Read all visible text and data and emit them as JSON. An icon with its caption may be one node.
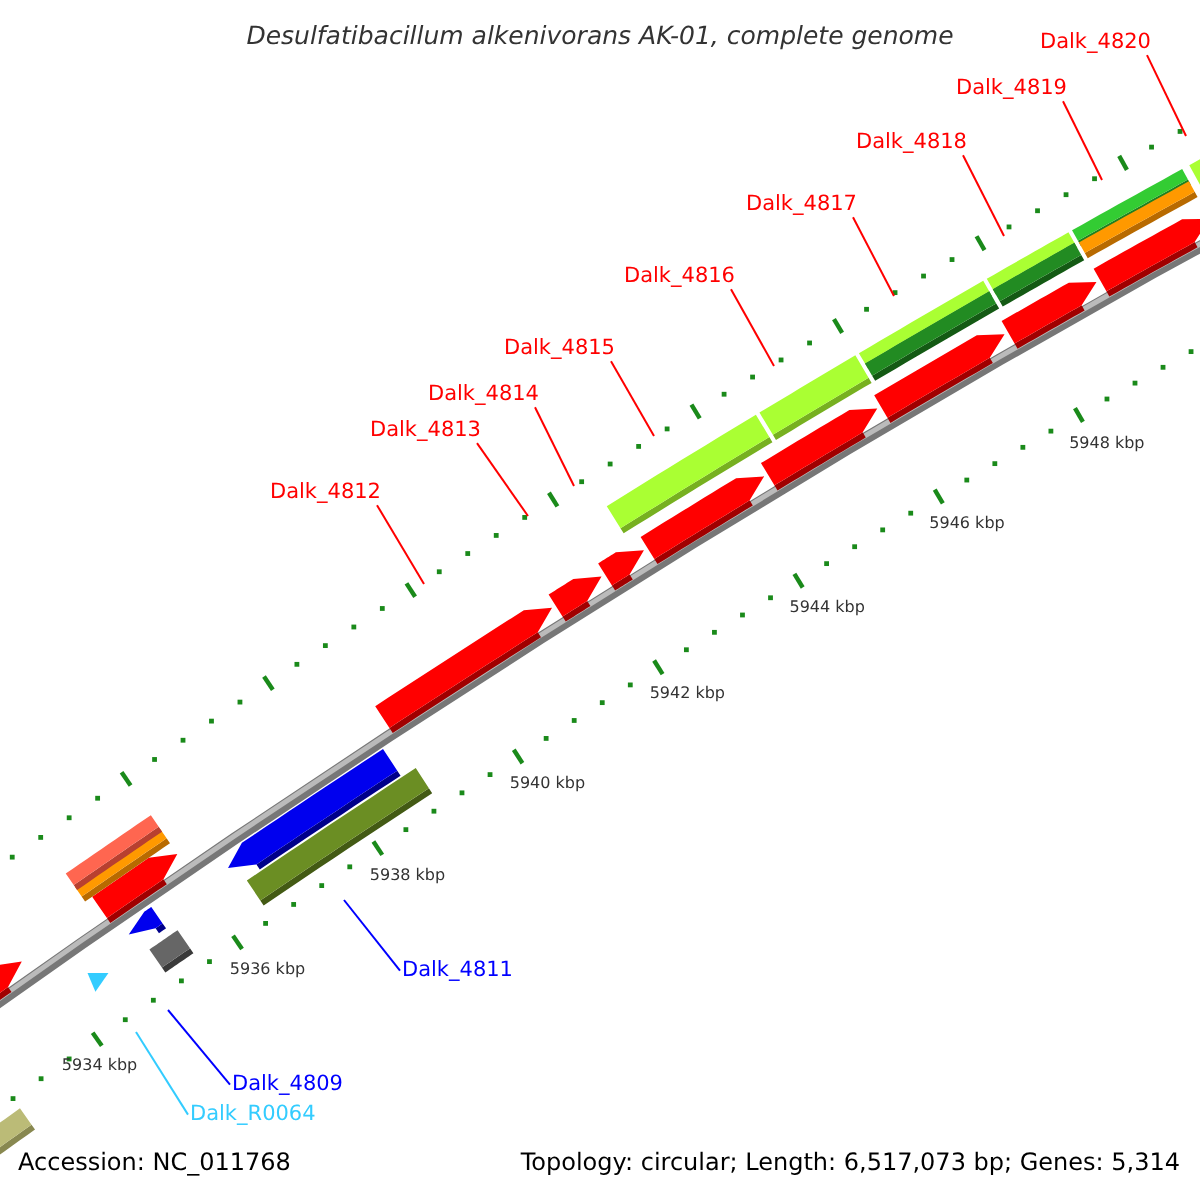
{
  "diagram": {
    "title": "Desulfatibacillum alkenivorans AK-01, complete genome",
    "nodes": [
      {
        "text": [
          "Dalk_4820"
        ]
      },
      {
        "text": [
          "Dalk_4819"
        ]
      },
      {
        "text": [
          "Dalk_4818"
        ]
      },
      {
        "text": [
          "Dalk_4817"
        ]
      },
      {
        "text": [
          "Dalk_4816"
        ]
      },
      {
        "text": [
          "Dalk_4815"
        ]
      },
      {
        "text": [
          "Dalk_4814"
        ]
      },
      {
        "text": [
          "Dalk_4813"
        ]
      },
      {
        "text": [
          "Dalk_4812"
        ]
      },
      {
        "text": [
          "Dalk_4811"
        ]
      },
      {
        "text": [
          "Dalk_4809"
        ]
      },
      {
        "text": [
          "Dalk_R0064"
        ]
      }
    ],
    "edges": [
      {
        "from": 0,
        "to": null,
        "arrow": "none"
      },
      {
        "from": 1,
        "to": null,
        "arrow": "none"
      },
      {
        "from": 2,
        "to": null,
        "arrow": "none"
      },
      {
        "from": 3,
        "to": null,
        "arrow": "none"
      },
      {
        "from": 4,
        "to": null,
        "arrow": "none"
      },
      {
        "from": 5,
        "to": null,
        "arrow": "none"
      },
      {
        "from": 6,
        "to": null,
        "arrow": "none"
      },
      {
        "from": 7,
        "to": null,
        "arrow": "none"
      },
      {
        "from": 8,
        "to": null,
        "arrow": "none"
      },
      {
        "from": 9,
        "to": null,
        "arrow": "none",
        "color": "#0000ff"
      },
      {
        "from": 10,
        "to": null,
        "arrow": "none",
        "color": "#0000ff"
      },
      {
        "from": 11,
        "to": null,
        "arrow": "none",
        "color": "#33ccff"
      }
    ],
    "labels": [
      "5948 kbp",
      "5946 kbp",
      "5944 kbp",
      "5942 kbp",
      "5940 kbp",
      "5938 kbp",
      "5936 kbp",
      "5934 kbp",
      "Accession: NC_011768",
      "Topology: circular; Length: 6,517,073 bp; Genes: 5,314"
    ]
  }
}
